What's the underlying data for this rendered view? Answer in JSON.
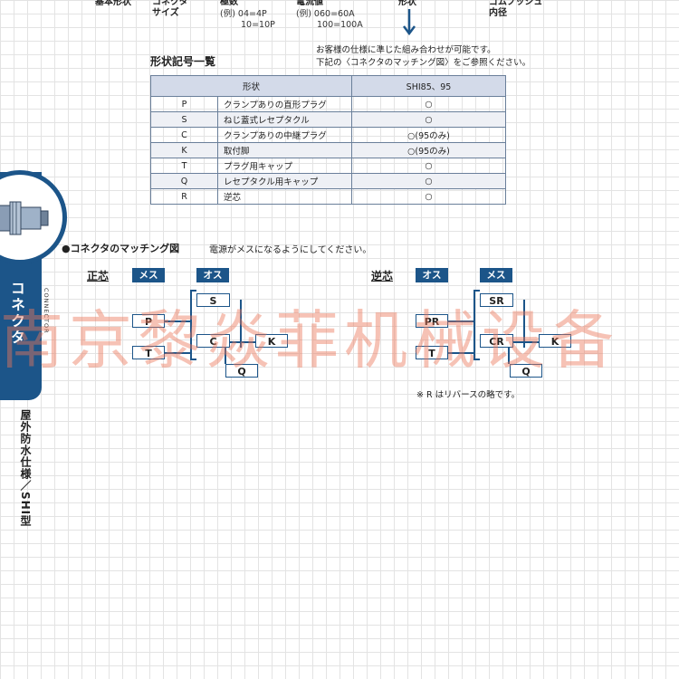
{
  "header": {
    "col1": "基本形状",
    "col2_line1": "コネクタ",
    "col2_line2": "サイズ",
    "col3": "極数",
    "col3_ex1": "(例) 04=4P",
    "col3_ex2": "10=10P",
    "col4": "電流値",
    "col4_ex1": "(例) 060=60A",
    "col4_ex2": "100=100A",
    "col5": "形状",
    "col6_line1": "ゴムブッシュ",
    "col6_line2": "内径"
  },
  "shape_section": {
    "title": "形状記号一覧",
    "note1": "お客様の仕様に準じた組み合わせが可能です。",
    "note2": "下記の〈コネクタのマッチング図〉をご参照ください。",
    "table": {
      "headers": [
        "形状",
        "SHI85、95"
      ],
      "rows": [
        {
          "code": "P",
          "name": "クランプありの直形プラグ",
          "value": "○"
        },
        {
          "code": "S",
          "name": "ねじ蓋式レセプタクル",
          "value": "○"
        },
        {
          "code": "C",
          "name": "クランプありの中継プラグ",
          "value": "○(95のみ)"
        },
        {
          "code": "K",
          "name": "取付脚",
          "value": "○(95のみ)"
        },
        {
          "code": "T",
          "name": "プラグ用キャップ",
          "value": "○"
        },
        {
          "code": "Q",
          "name": "レセプタクル用キャップ",
          "value": "○"
        },
        {
          "code": "R",
          "name": "逆芯",
          "value": "○"
        }
      ]
    }
  },
  "sidebar": {
    "band_label": "コネクタ",
    "band_en": "CONNECTOR",
    "vertical_label": "屋外防水仕様／SHI型"
  },
  "matching": {
    "title": "●コネクタのマッチング図",
    "subtitle": "電源がメスになるようにしてください。",
    "normal": {
      "label": "正芯",
      "tag_female": "メス",
      "tag_male": "オス",
      "boxes": {
        "p": "P",
        "t": "T",
        "s": "S",
        "c": "C",
        "k": "K",
        "q": "Q"
      }
    },
    "reverse": {
      "label": "逆芯",
      "tag_male": "オス",
      "tag_female": "メス",
      "boxes": {
        "pr": "PR",
        "t": "T",
        "sr": "SR",
        "cr": "CR",
        "k": "K",
        "q": "Q"
      }
    },
    "footnote": "※ R はリバースの略です。"
  },
  "watermark": "南京黎焱菲机械设备",
  "colors": {
    "accent": "#1c5589",
    "table_header": "#d3dae9",
    "watermark": "#eb785a"
  }
}
